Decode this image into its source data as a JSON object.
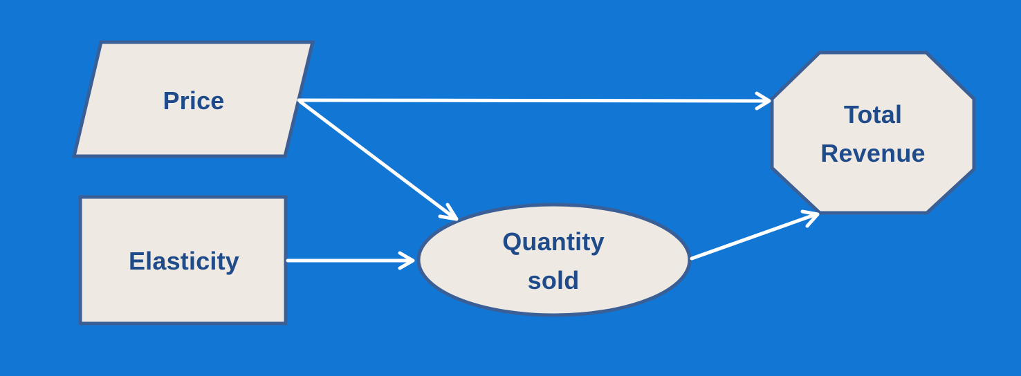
{
  "diagram": {
    "title": "",
    "colors": {
      "background": "#1277D4",
      "node_fill": "#EEEAE3",
      "node_border": "#3A5F96",
      "text": "#1F4B8A",
      "arrow": "#FFFFFF"
    },
    "nodes": [
      {
        "id": "price",
        "shape": "parallelogram",
        "label": "Price"
      },
      {
        "id": "elasticity",
        "shape": "rectangle",
        "label": "Elasticity"
      },
      {
        "id": "quantity_sold",
        "shape": "ellipse",
        "label_line1": "Quantity",
        "label_line2": "sold"
      },
      {
        "id": "total_revenue",
        "shape": "octagon",
        "label_line1": "Total",
        "label_line2": "Revenue"
      }
    ],
    "edges": [
      {
        "from": "price",
        "to": "total_revenue"
      },
      {
        "from": "price",
        "to": "quantity_sold"
      },
      {
        "from": "elasticity",
        "to": "quantity_sold"
      },
      {
        "from": "quantity_sold",
        "to": "total_revenue"
      }
    ]
  }
}
